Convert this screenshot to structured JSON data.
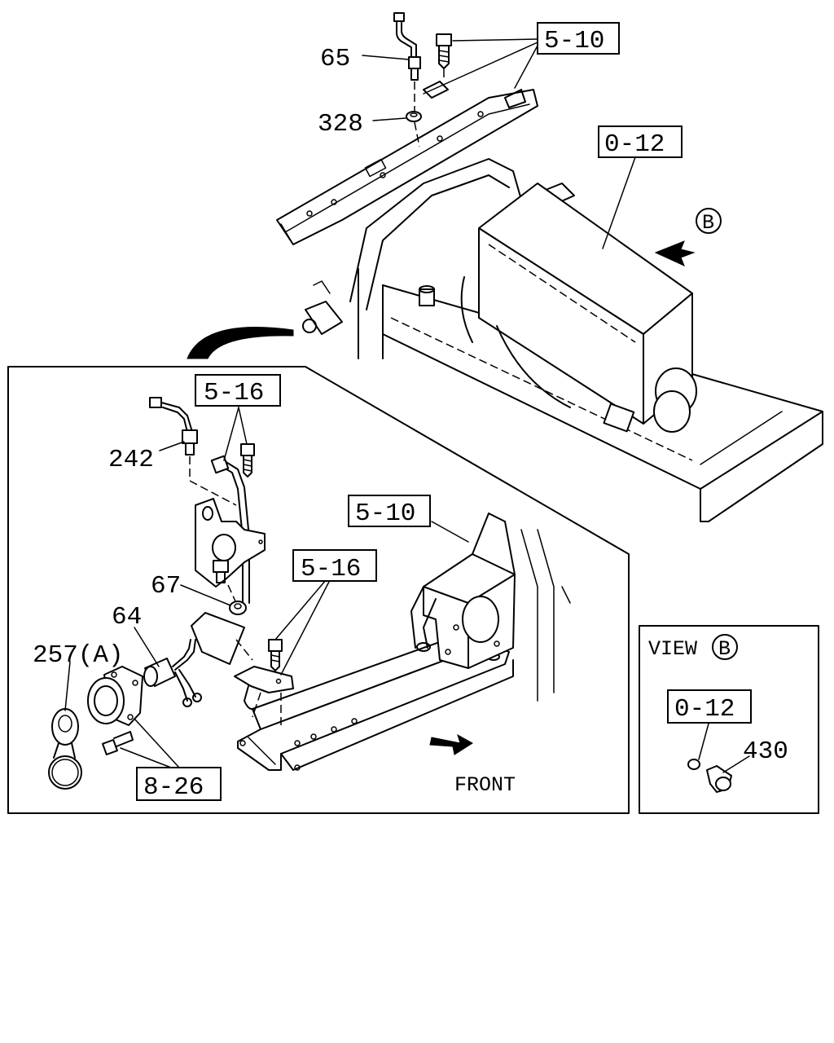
{
  "labels": {
    "p65": "65",
    "p328": "328",
    "ref_5_10_top": "5-10",
    "ref_0_12_top": "0-12",
    "view_marker": "B",
    "ref_5_16_a": "5-16",
    "p242": "242",
    "ref_5_10_mid": "5-10",
    "ref_5_16_b": "5-16",
    "p67": "67",
    "p64": "64",
    "p257": "257(A)",
    "ref_8_26": "8-26",
    "front": "FRONT",
    "view_title": "VIEW",
    "view_marker_inset": "B",
    "ref_0_12_inset": "0-12",
    "p430": "430"
  }
}
